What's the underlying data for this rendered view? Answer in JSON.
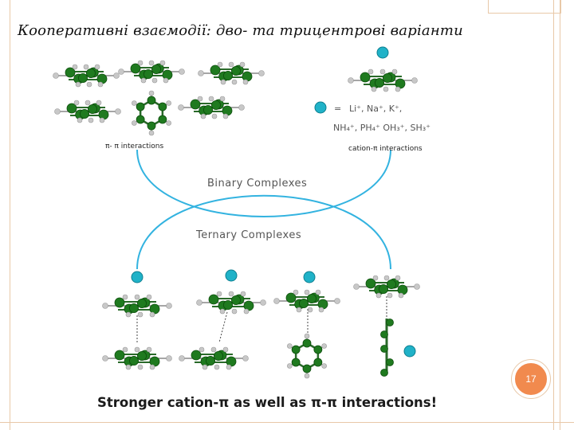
{
  "slide": {
    "title": "Кооперативні взаємодії: дво- та трицентрові варіанти",
    "page_number": "17"
  },
  "figure": {
    "pi_pi_label": "π- π interactions",
    "cation_pi_label": "cation-π interactions",
    "legend_equals": "=",
    "legend_line1": "Li⁺, Na⁺, K⁺,",
    "legend_line2": "NH₄⁺, PH₄⁺ OH₃⁺, SH₃⁺",
    "binary_label": "Binary Complexes",
    "ternary_label": "Ternary Complexes",
    "footer": "Stronger cation-π as well as π-π interactions!"
  },
  "colors": {
    "carbon": "#1f7a1f",
    "hydrogen": "#c8c8c8",
    "cation": "#20b2c8",
    "arc": "#33b3e0",
    "badge": "#f18a4e",
    "frame": "#e8c8a8"
  }
}
